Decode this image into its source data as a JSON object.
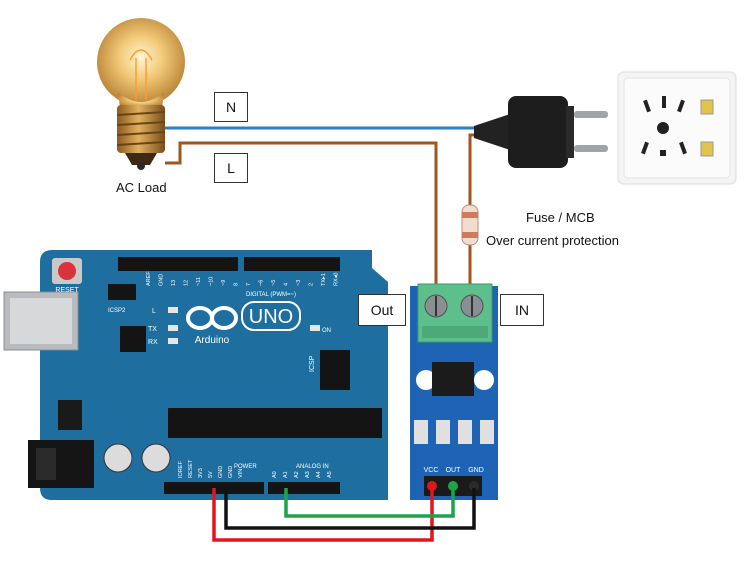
{
  "labels": {
    "neutral": "N",
    "live": "L",
    "ac_load": "AC Load",
    "fuse_line1": "Fuse / MCB",
    "fuse_line2": "Over current protection",
    "out": "Out",
    "in": "IN"
  },
  "arduino": {
    "brand": "UNO",
    "sub": "Arduino",
    "reset": "RESET",
    "icsp2": "ICSP2",
    "icsp": "ICSP",
    "digital": "DIGITAL (PWM=~)",
    "power": "POWER",
    "analog": "ANALOG IN",
    "on": "ON",
    "led_l": "L",
    "led_tx": "TX",
    "led_rx": "RX",
    "top_pins": [
      "AREF",
      "GND",
      "13",
      "12",
      "~11",
      "~10",
      "~9",
      "8",
      "7",
      "~6",
      "~5",
      "4",
      "~3",
      "2",
      "TX▸1",
      "RX◂0"
    ],
    "power_pins": [
      "IOREF",
      "RESET",
      "3V3",
      "5V",
      "GND",
      "GND",
      "VIN"
    ],
    "analog_pins": [
      "A0",
      "A1",
      "A2",
      "A3",
      "A4",
      "A5"
    ]
  },
  "sensor": {
    "vcc": "VCC",
    "out": "OUT",
    "gnd": "GND"
  },
  "colors": {
    "neutral_wire": "#2e7fc0",
    "live_wire": "#a0561c",
    "vcc_wire": "#e0161e",
    "gnd_wire": "#111111",
    "signal_wire": "#1ea34a",
    "board": "#1f6ea0",
    "sensor_board": "#1e63b4",
    "terminal": "#5dbf8c"
  }
}
